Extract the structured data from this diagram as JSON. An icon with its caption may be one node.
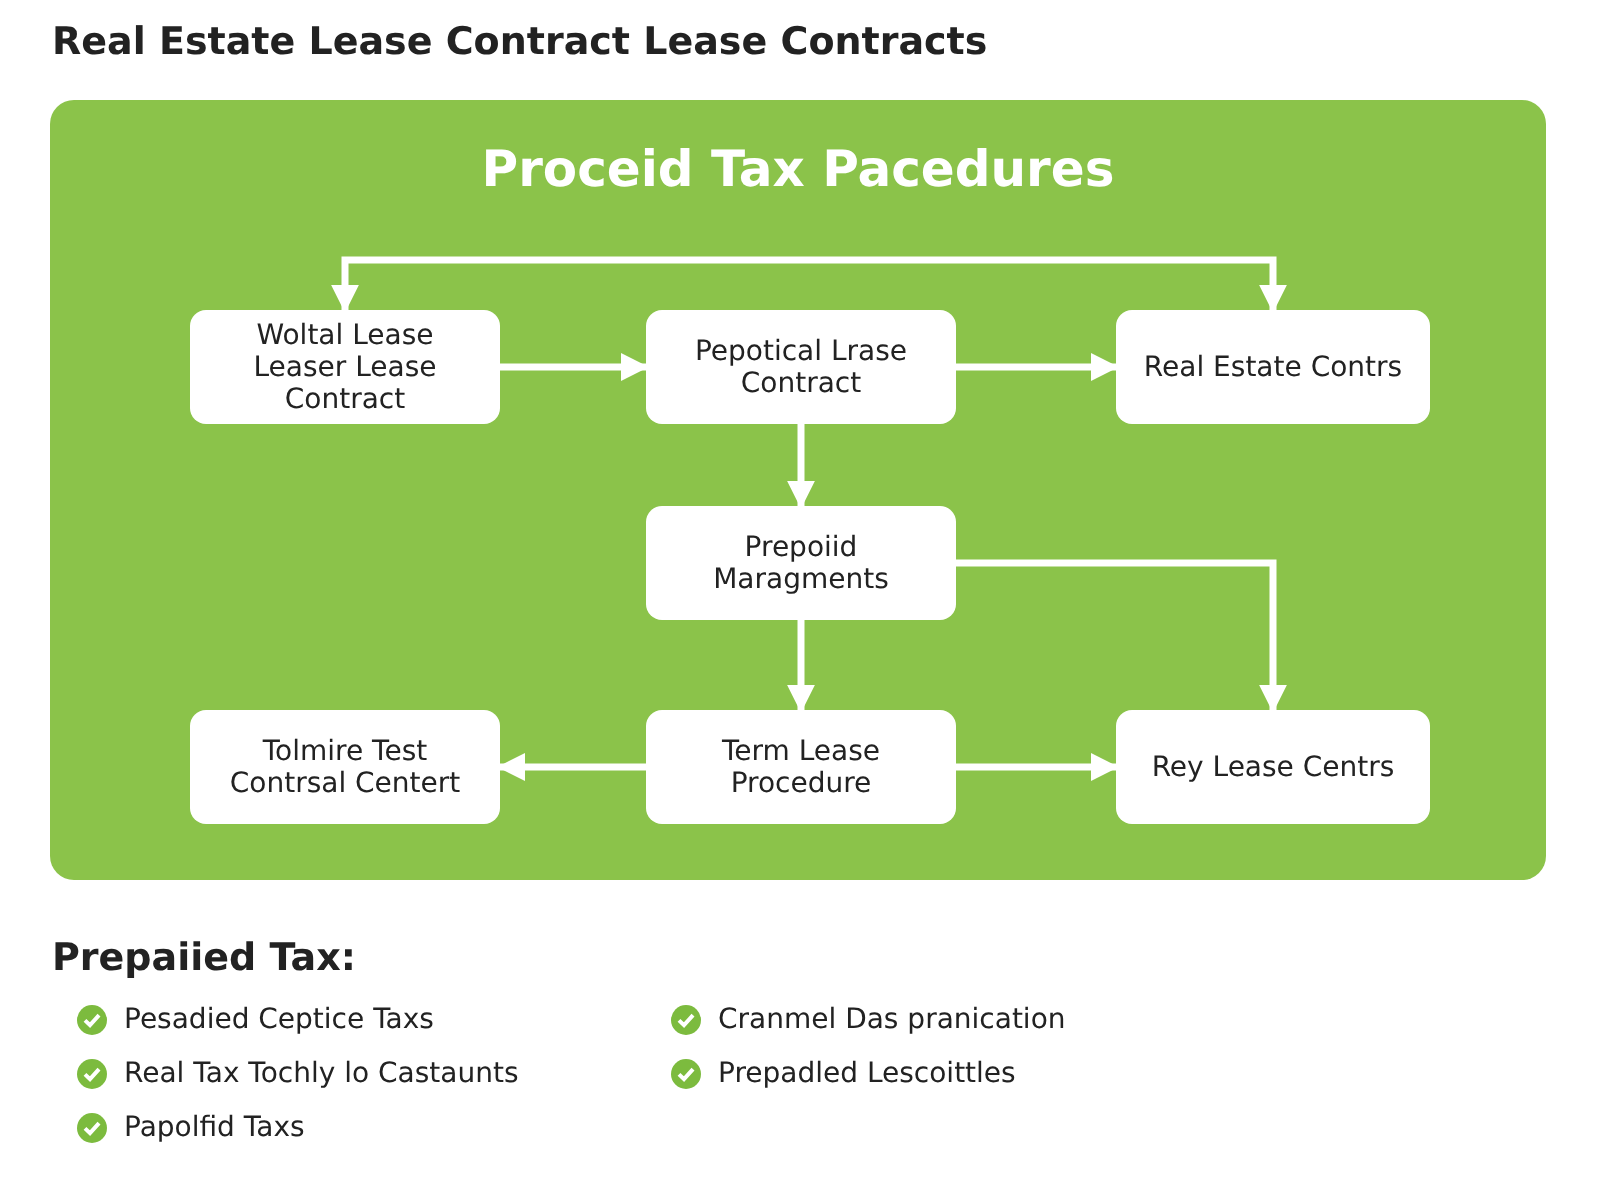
{
  "diagram": {
    "title": "Real Estate Lease Contract Lease Contracts",
    "nodes": [
      {
        "text": [
          "Proceid Tax Pacedures"
        ]
      },
      {
        "text": [
          "Woltal Lease Leaser Lease Contract"
        ],
        "in": 0
      },
      {
        "text": [
          "Pepotical Lrase Contract"
        ],
        "in": 0
      },
      {
        "text": [
          "Real Estate Contrs"
        ],
        "in": 0
      },
      {
        "text": [
          "Prepoiid Maragments"
        ],
        "in": 0
      },
      {
        "text": [
          "Tolmire Test Contrsal Centert"
        ],
        "in": 0
      },
      {
        "text": [
          "Term Lease Procedure"
        ],
        "in": 0
      },
      {
        "text": [
          "Rey Lease Centrs"
        ],
        "in": 0
      }
    ],
    "edges": [
      {
        "from": 1,
        "to": 3,
        "arrow": "both"
      },
      {
        "from": 1,
        "to": 2,
        "arrow": "to"
      },
      {
        "from": 2,
        "to": 3,
        "arrow": "to"
      },
      {
        "from": 2,
        "to": 4,
        "arrow": "to"
      },
      {
        "from": 4,
        "to": 6,
        "arrow": "to"
      },
      {
        "from": 4,
        "to": 7,
        "arrow": "to"
      },
      {
        "from": 6,
        "to": 5,
        "arrow": "to"
      },
      {
        "from": 6,
        "to": 7,
        "arrow": "to"
      }
    ],
    "labels": [
      "Prepaiied Tax:",
      "Pesadied Ceptice Taxs",
      "Cranmel Das pranication",
      "Real Tax Tochly lo Castaunts",
      "Prepadled Lescoittles",
      "Papolfid Taxs"
    ]
  }
}
